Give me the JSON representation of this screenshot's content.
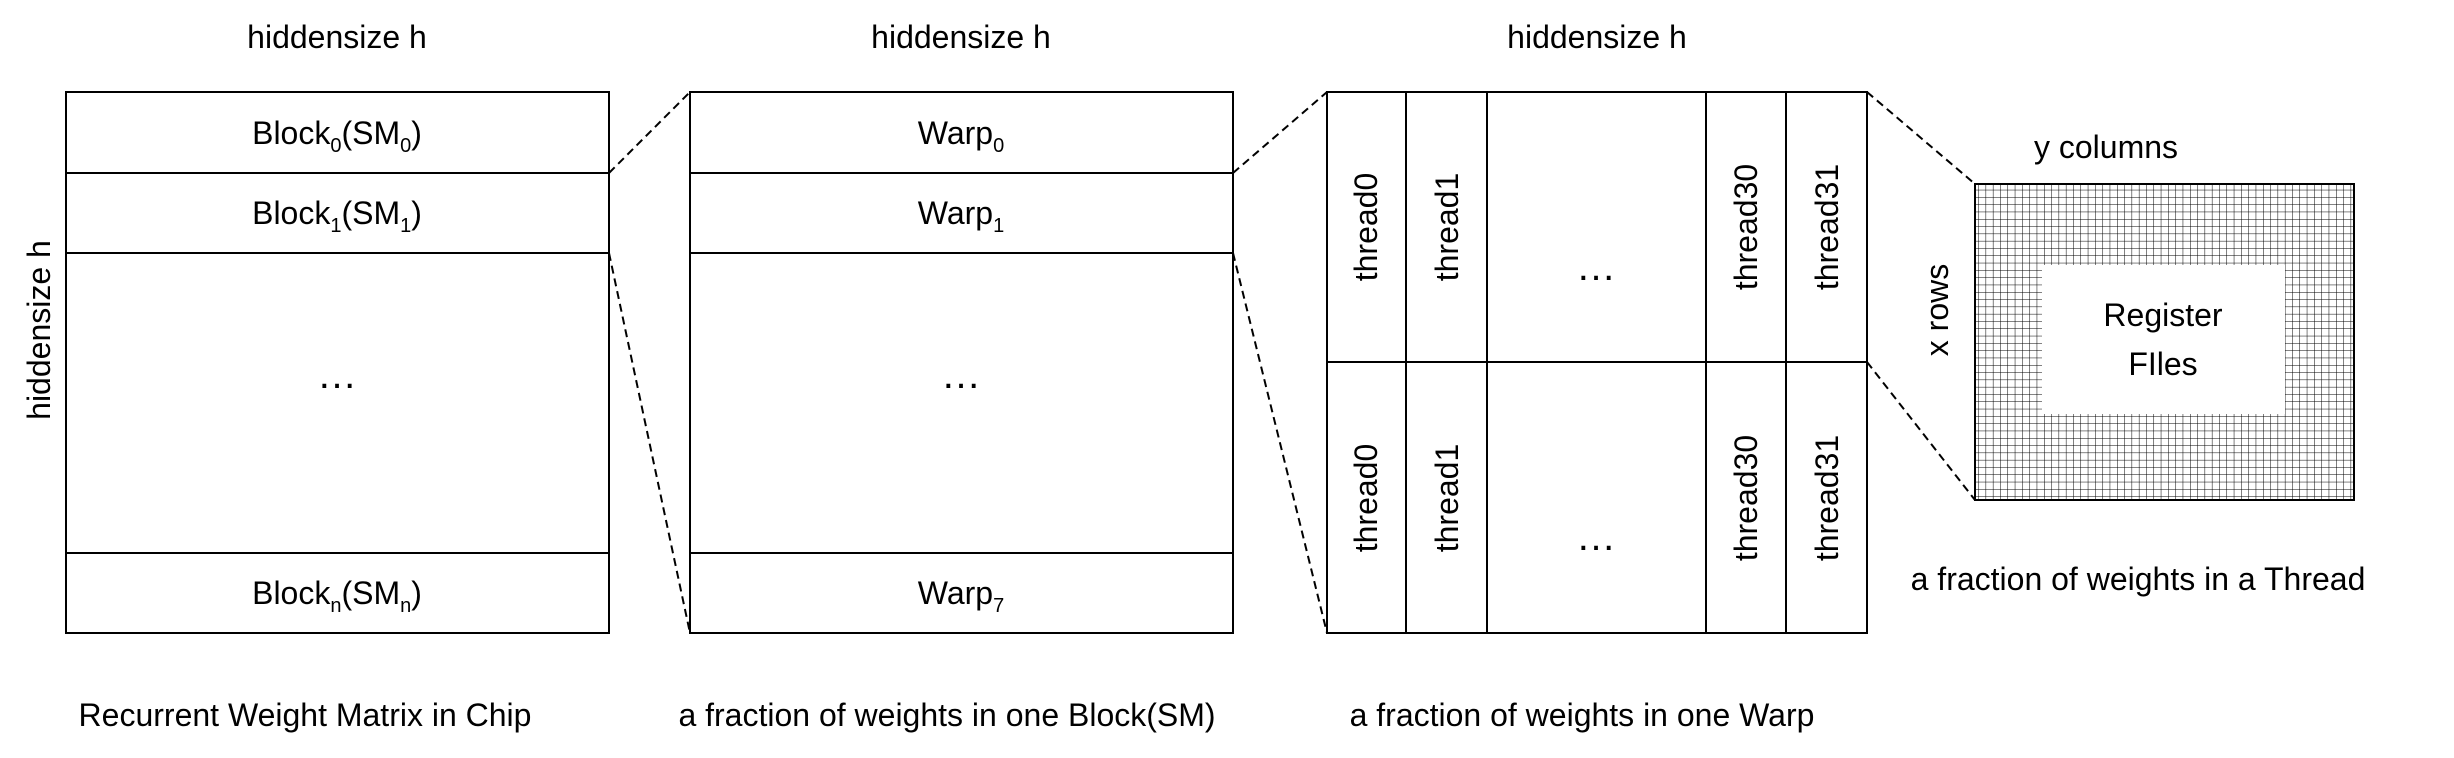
{
  "panel1": {
    "top_label": "hiddensize h",
    "side_label": "hiddensize h",
    "rows": [
      {
        "main": "Block",
        "sub": "0",
        "mid": "(SM",
        "sub2": "0",
        "end": ")"
      },
      {
        "main": "Block",
        "sub": "1",
        "mid": "(SM",
        "sub2": "1",
        "end": ")"
      },
      {
        "main": "Block",
        "sub": "n",
        "mid": "(SM",
        "sub2": "n",
        "end": ")"
      }
    ],
    "ellipsis": "…",
    "caption": "Recurrent Weight Matrix in Chip"
  },
  "panel2": {
    "top_label": "hiddensize h",
    "rows": [
      {
        "main": "Warp",
        "sub": "0"
      },
      {
        "main": "Warp",
        "sub": "1"
      },
      {
        "main": "Warp",
        "sub": "7"
      }
    ],
    "ellipsis": "…",
    "caption": "a fraction of weights in one Block(SM)"
  },
  "panel3": {
    "top_label": "hiddensize h",
    "threads": [
      "thread0",
      "thread1",
      "thread30",
      "thread31"
    ],
    "ellipsis": "…",
    "caption": "a fraction of weights in one Warp"
  },
  "panel4": {
    "col_label": "y columns",
    "row_label": "x rows",
    "center_line1": "Register",
    "center_line2": "FIles",
    "caption": "a fraction of weights in a Thread"
  }
}
